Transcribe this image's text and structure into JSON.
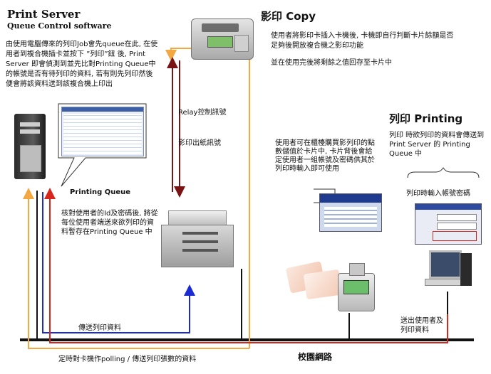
{
  "print_server": {
    "title": "Print Server",
    "subtitle": "Queue Control software",
    "desc": "由使用電腦傳來的列印Job會先queue在此, 在使用者到複合機插卡並按下 ”列印”鈕 後, Print Server 即會偵測到並先比對Printing Queue中的帳號是否有待列印的資料, 若有則先列印然後便會將該資料送到該複合機上印出",
    "queue_label": "Printing Queue"
  },
  "copy": {
    "title": "影印 Copy",
    "desc1": "使用者將影印卡插入卡機後, 卡機即自行判斷卡片餘額是否足夠後開放複合機之影印功能",
    "desc2": "並在使用完後將剩餘之值回存至卡片中"
  },
  "relay": {
    "label1": "Relay控制訊號",
    "label2": "影印出紙訊號"
  },
  "mfp_desc": "核對使用者的Id及密碼後, 將從每位使用者端送來欲列印的資料暫存在Printing Queue 中",
  "card_desc": "使用者可在櫃檯購買影列印的點數儲值於卡片中, 卡片背後會給定使用者一組帳號及密碼供其於列印時輸入即可使用",
  "printing": {
    "title": "列印 Printing",
    "desc": "列印 時欲列印的資料會傳送到Print Server 的 Printing Queue 中",
    "login_label": "列印時輸入帳號密碼"
  },
  "send_user_data": "送出使用者及列印資料",
  "send_print_data": "傳送列印資料",
  "polling_label": "定時對卡機作polling / 傳送列印張數的資料",
  "campus_network": "校園網路",
  "colors": {
    "orange": "#f4a640",
    "blue": "#1a2bd4",
    "red": "#d9261c",
    "maroon": "#7a1414",
    "network": "#111111"
  }
}
